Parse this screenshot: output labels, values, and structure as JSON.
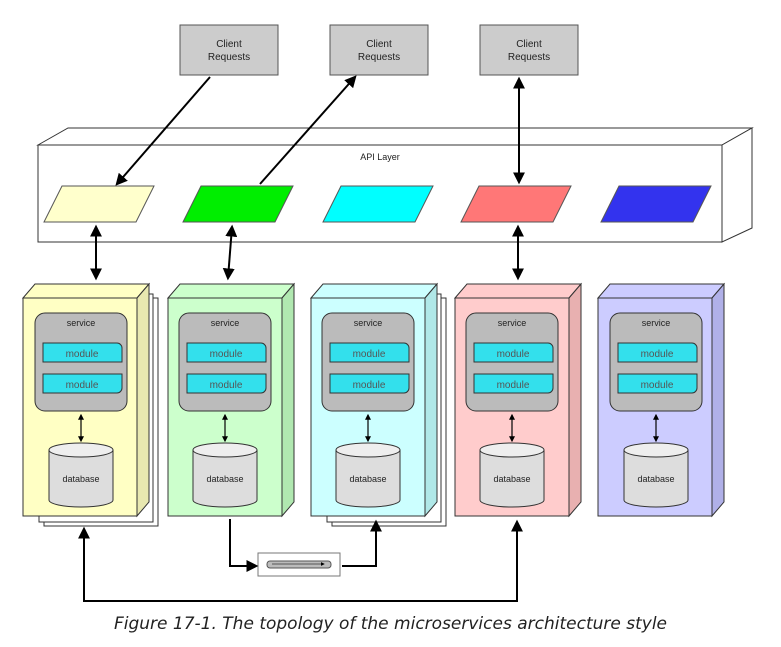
{
  "clients": [
    {
      "line1": "Client",
      "line2": "Requests"
    },
    {
      "line1": "Client",
      "line2": "Requests"
    },
    {
      "line1": "Client",
      "line2": "Requests"
    }
  ],
  "api_layer": {
    "label": "API Layer"
  },
  "colors": {
    "endpoints": [
      "#ffffcc",
      "#00ee00",
      "#00ffff",
      "#ff7777",
      "#3333ee"
    ],
    "containers": [
      "#ffffc4",
      "#ccffcc",
      "#ccffff",
      "#ffcccc",
      "#ccccff"
    ],
    "module": "#33e0ec",
    "service_box": "#bbbbbb",
    "client_box": "#cccccc"
  },
  "services": [
    {
      "service": "service",
      "modules": [
        "module",
        "module"
      ],
      "database": "database"
    },
    {
      "service": "service",
      "modules": [
        "module",
        "module"
      ],
      "database": "database"
    },
    {
      "service": "service",
      "modules": [
        "module",
        "module"
      ],
      "database": "database"
    },
    {
      "service": "service",
      "modules": [
        "module",
        "module"
      ],
      "database": "database"
    },
    {
      "service": "service",
      "modules": [
        "module",
        "module"
      ],
      "database": "database"
    }
  ],
  "caption": "Figure 17-1. The topology of the microservices architecture style"
}
